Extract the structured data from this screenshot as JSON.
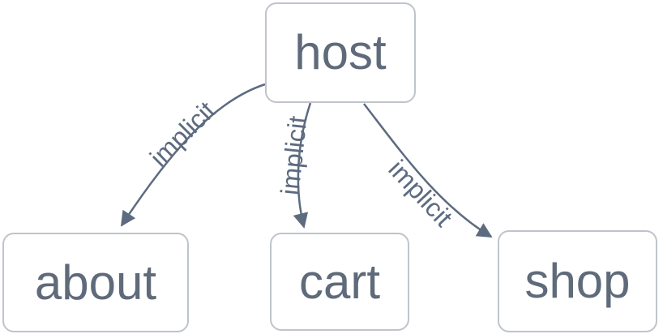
{
  "diagram": {
    "kind": "project-dependency-graph",
    "colors": {
      "background": "#ffffff",
      "node_fill": "#ffffff",
      "node_border": "#bfc4cb",
      "node_text": "#5f6a7a",
      "edge_stroke": "#5d6b80",
      "edge_label_text": "#5d6b80"
    },
    "nodes": [
      {
        "id": "host",
        "label": "host"
      },
      {
        "id": "about",
        "label": "about"
      },
      {
        "id": "cart",
        "label": "cart"
      },
      {
        "id": "shop",
        "label": "shop"
      }
    ],
    "edges": [
      {
        "from": "host",
        "to": "about",
        "label": "implicit"
      },
      {
        "from": "host",
        "to": "cart",
        "label": "implicit"
      },
      {
        "from": "host",
        "to": "shop",
        "label": "implicit"
      }
    ]
  }
}
